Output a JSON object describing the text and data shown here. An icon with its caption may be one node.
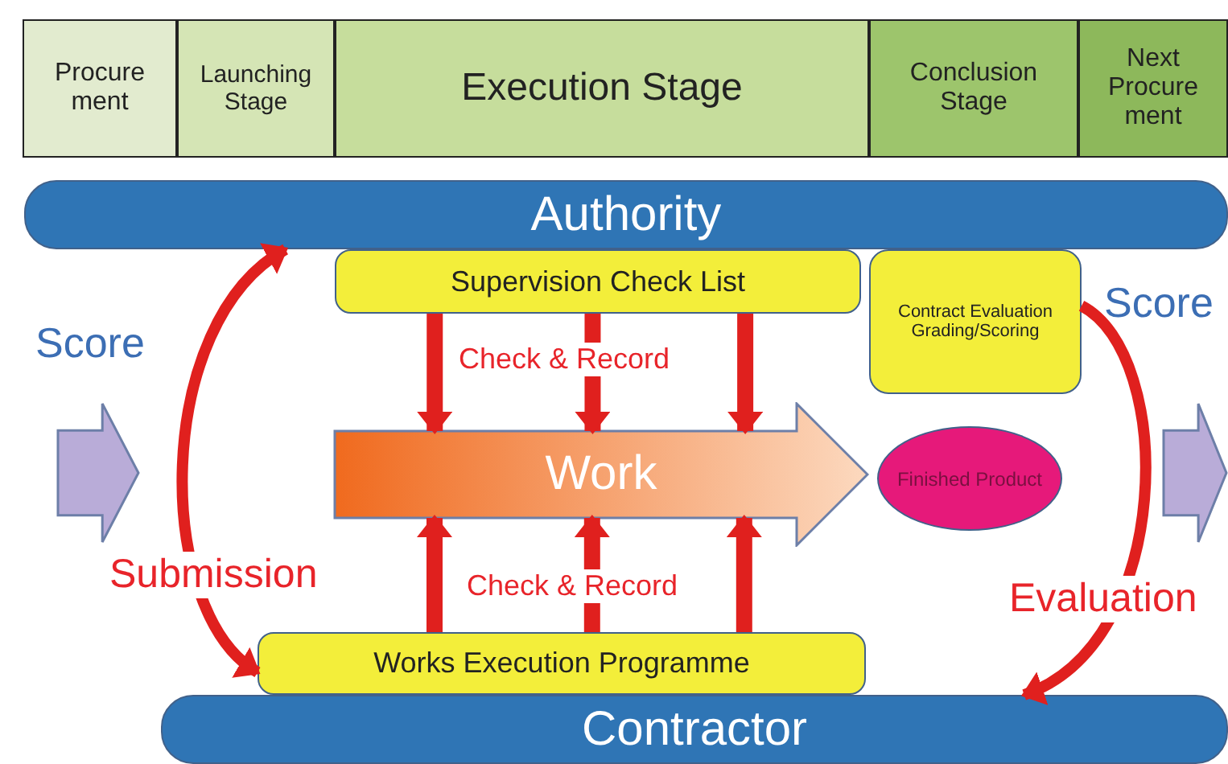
{
  "diagram": {
    "nodes": [
      {
        "text": [
          "Procure ment"
        ]
      },
      {
        "text": [
          "Launching Stage"
        ]
      },
      {
        "text": [
          "Execution Stage"
        ]
      },
      {
        "text": [
          "Conclusion Stage"
        ]
      },
      {
        "text": [
          "Next Procure ment"
        ]
      },
      {
        "text": [
          "Authority"
        ]
      },
      {
        "text": [
          "Supervision Check List"
        ]
      },
      {
        "text": [
          "Contract Evaluation Grading/Scoring"
        ]
      },
      {
        "text": [
          "Work"
        ]
      },
      {
        "text": [
          "Finished Product"
        ]
      },
      {
        "text": [
          "Works Execution Programme"
        ]
      },
      {
        "text": [
          "Contractor"
        ]
      },
      {
        "text": [],
        "shape": "arrow"
      },
      {
        "text": [],
        "shape": "arrow"
      }
    ],
    "labels": [
      "Score",
      "Score"
    ],
    "edges": [
      {
        "from": 10,
        "to": 5,
        "arrow": "both",
        "label": "Submission"
      },
      {
        "from": 7,
        "to": 11,
        "arrow": "to",
        "label": "Evaluation"
      },
      {
        "from": 6,
        "to": 8,
        "arrow": "to"
      },
      {
        "from": 6,
        "to": 8,
        "arrow": "to",
        "label": "Check & Record"
      },
      {
        "from": 6,
        "to": 8,
        "arrow": "to"
      },
      {
        "from": 10,
        "to": 8,
        "arrow": "to"
      },
      {
        "from": 10,
        "to": 8,
        "arrow": "to",
        "label": "Check & Record"
      },
      {
        "from": 10,
        "to": 8,
        "arrow": "to"
      }
    ]
  }
}
